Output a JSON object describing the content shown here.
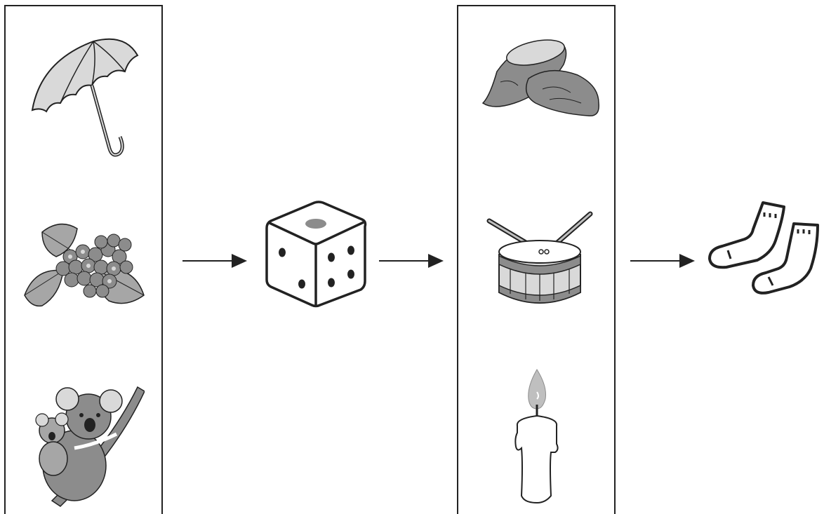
{
  "colors": {
    "line": "#222222",
    "gray_fill": "#8c8c8c",
    "light_fill": "#d9d9d9",
    "mid_fill": "#a6a6a6",
    "paper": "#ffffff"
  },
  "left_column": {
    "items": [
      {
        "name": "umbrella-icon"
      },
      {
        "name": "hydrangea-icon"
      },
      {
        "name": "koala-icon"
      }
    ]
  },
  "right_column": {
    "items": [
      {
        "name": "sweet-potato-icon"
      },
      {
        "name": "drum-icon"
      },
      {
        "name": "candle-icon"
      }
    ]
  },
  "middle": {
    "name": "dice-icon",
    "top_face": "one",
    "front_face": "two",
    "side_face": "four"
  },
  "result": {
    "name": "socks-icon"
  },
  "arrows": [
    {
      "name": "arrow-to-dice"
    },
    {
      "name": "arrow-to-right-column"
    },
    {
      "name": "arrow-to-socks"
    }
  ]
}
